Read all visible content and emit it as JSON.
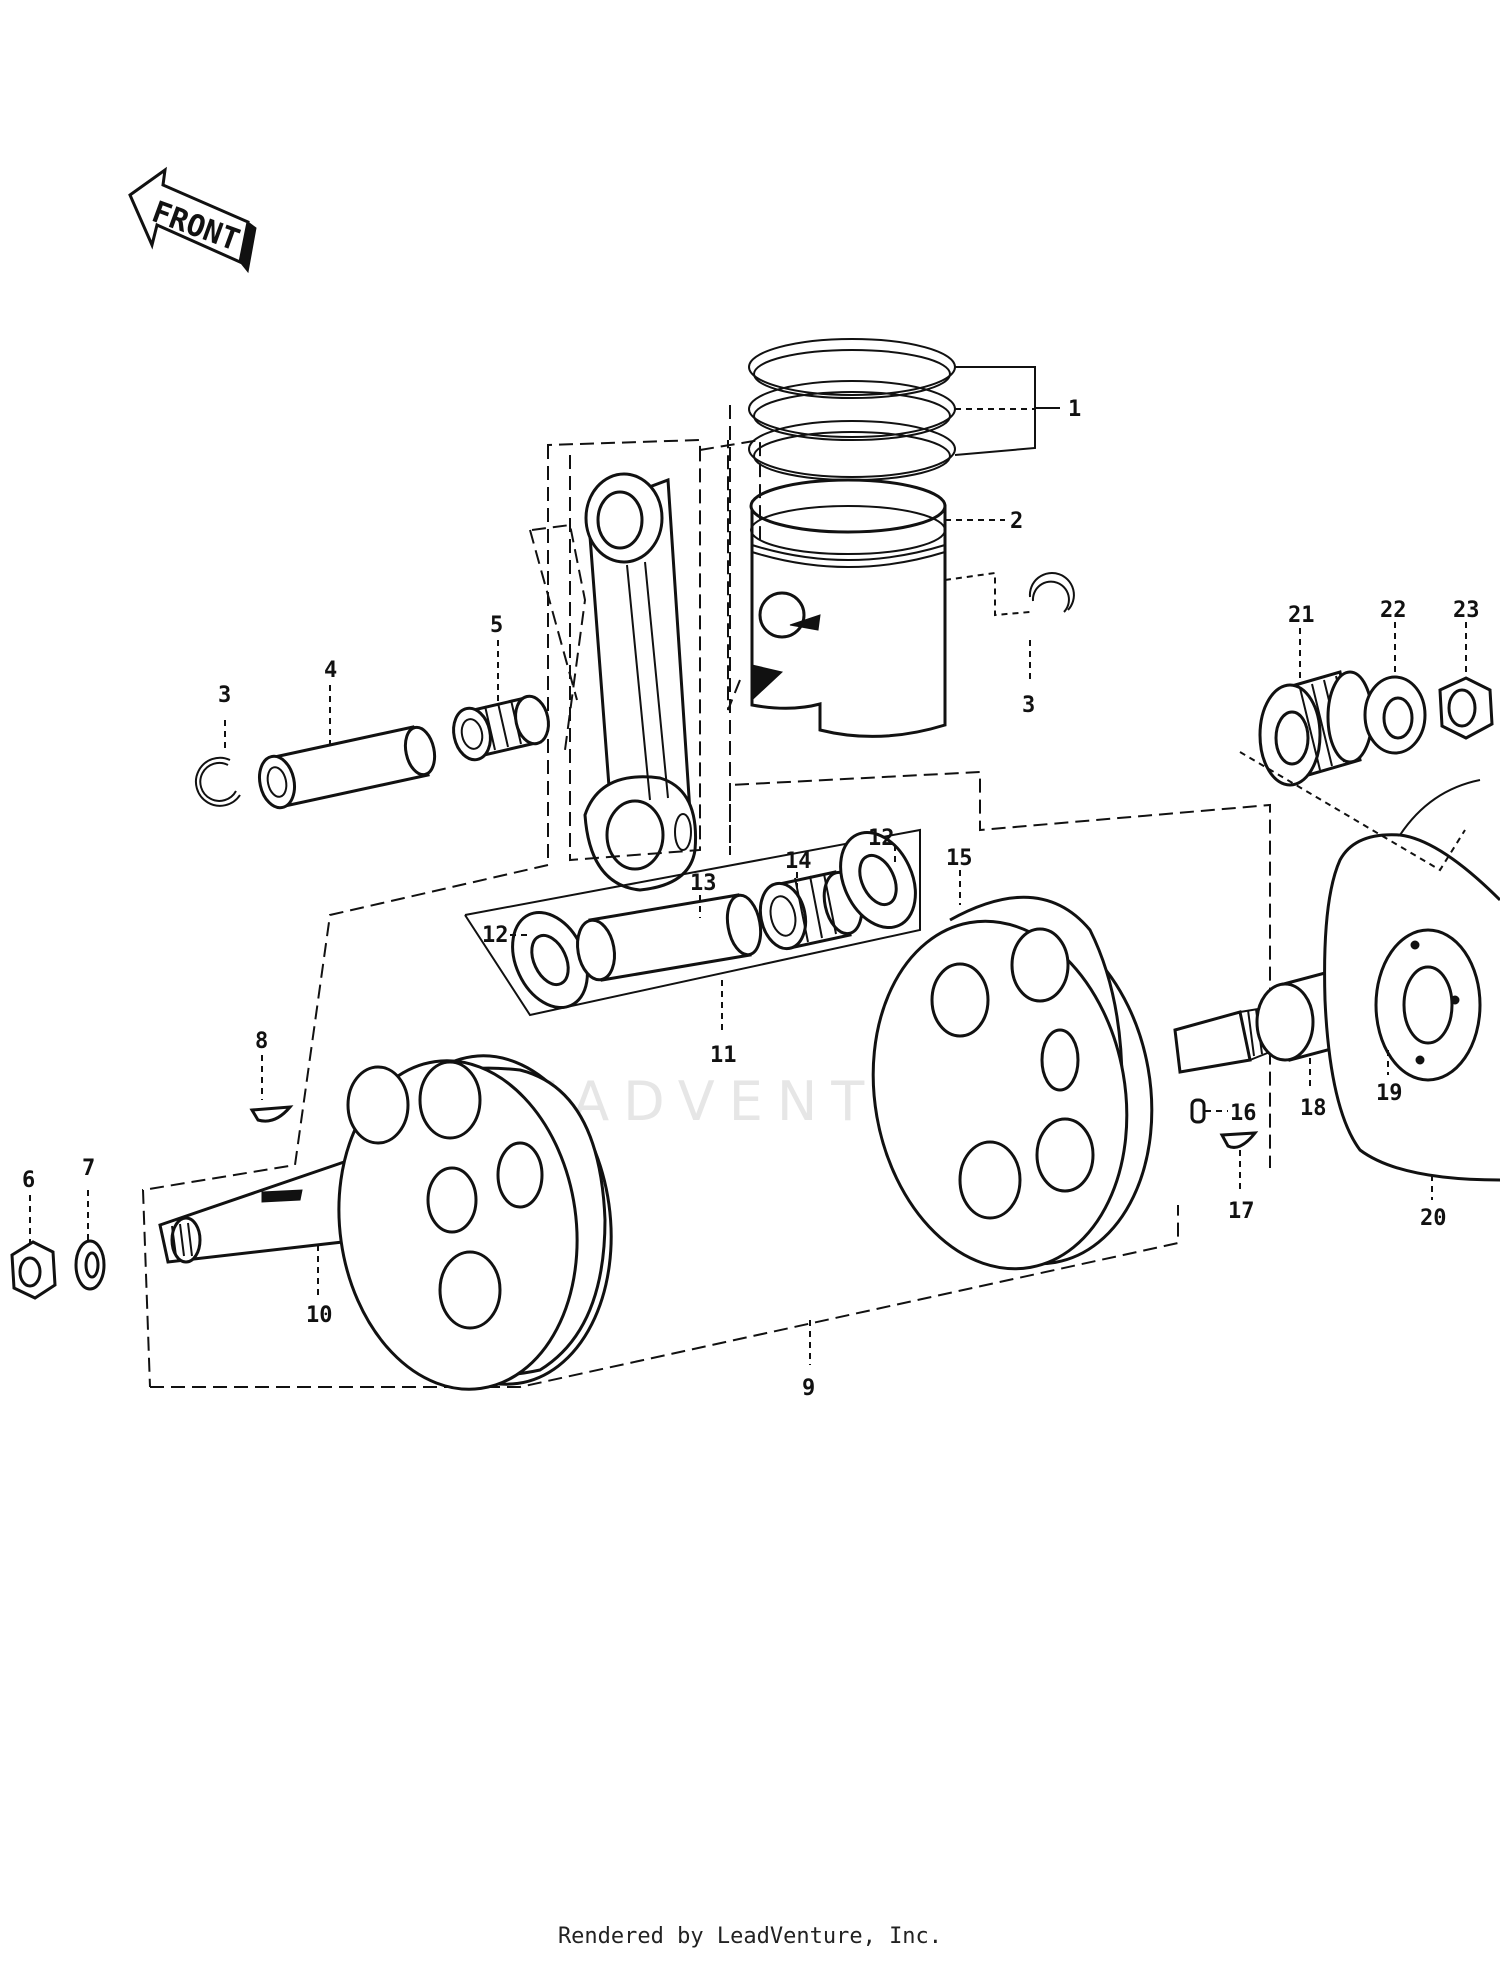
{
  "front_label": "FRONT",
  "watermark": "LEADVENTURE",
  "footer": "Rendered by LeadVenture, Inc.",
  "callouts": {
    "c1": "1",
    "c2": "2",
    "c3a": "3",
    "c3b": "3",
    "c4": "4",
    "c5": "5",
    "c6": "6",
    "c7": "7",
    "c8": "8",
    "c9": "9",
    "c10": "10",
    "c11": "11",
    "c12a": "12",
    "c12b": "12",
    "c13": "13",
    "c14": "14",
    "c15": "15",
    "c16": "16",
    "c17": "17",
    "c18": "18",
    "c19": "19",
    "c20": "20",
    "c21": "21",
    "c22": "22",
    "c23": "23"
  },
  "icons": {
    "front_arrow": "front-arrow-icon"
  }
}
